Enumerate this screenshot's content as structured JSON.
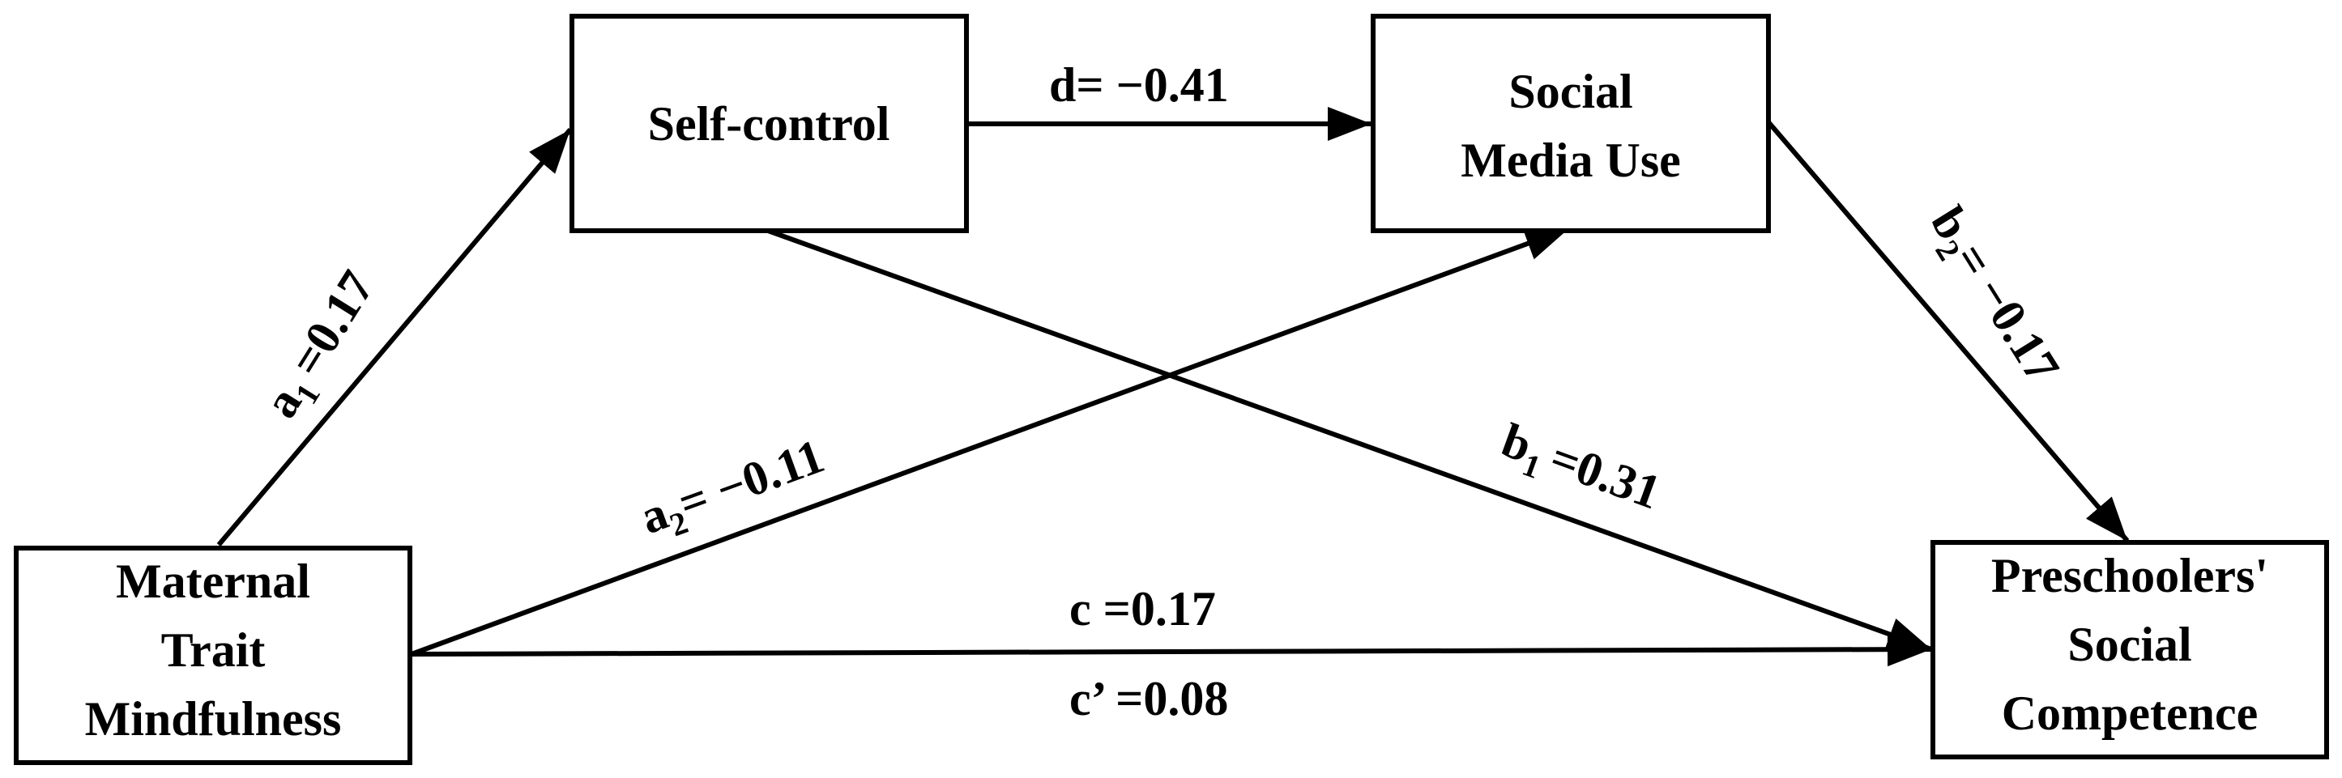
{
  "colors": {
    "background": "#ffffff",
    "stroke": "#000000",
    "text": "#000000"
  },
  "nodes": {
    "self_control": {
      "lines": [
        "Self-control"
      ]
    },
    "social_media_use": {
      "lines": [
        "Social",
        "Media Use"
      ]
    },
    "maternal_mindfulness": {
      "lines": [
        "Maternal",
        "Trait",
        "Mindfulness"
      ]
    },
    "social_competence": {
      "lines": [
        "Preschoolers'",
        "Social",
        "Competence"
      ]
    }
  },
  "edges": {
    "a1": {
      "from": "Maternal Trait Mindfulness",
      "to": "Self-control",
      "symbol": "a",
      "subscript": "1",
      "value": "=0.17"
    },
    "a2": {
      "from": "Maternal Trait Mindfulness",
      "to": "Social Media Use",
      "symbol": "a",
      "subscript": "2",
      "value": "= −0.11"
    },
    "d": {
      "from": "Self-control",
      "to": "Social Media Use",
      "symbol": "d",
      "value": "= −0.41"
    },
    "b1": {
      "from": "Self-control",
      "to": "Preschoolers' Social Competence",
      "symbol": "b",
      "subscript": "1",
      "value": "=0.31"
    },
    "b2": {
      "from": "Social Media Use",
      "to": "Preschoolers' Social Competence",
      "symbol": "b",
      "subscript": "2",
      "value": "= −0.17"
    },
    "c": {
      "from": "Maternal Trait Mindfulness",
      "to": "Preschoolers' Social Competence",
      "total_label": "c =0.17",
      "direct_label": "c’ =0.08"
    }
  }
}
